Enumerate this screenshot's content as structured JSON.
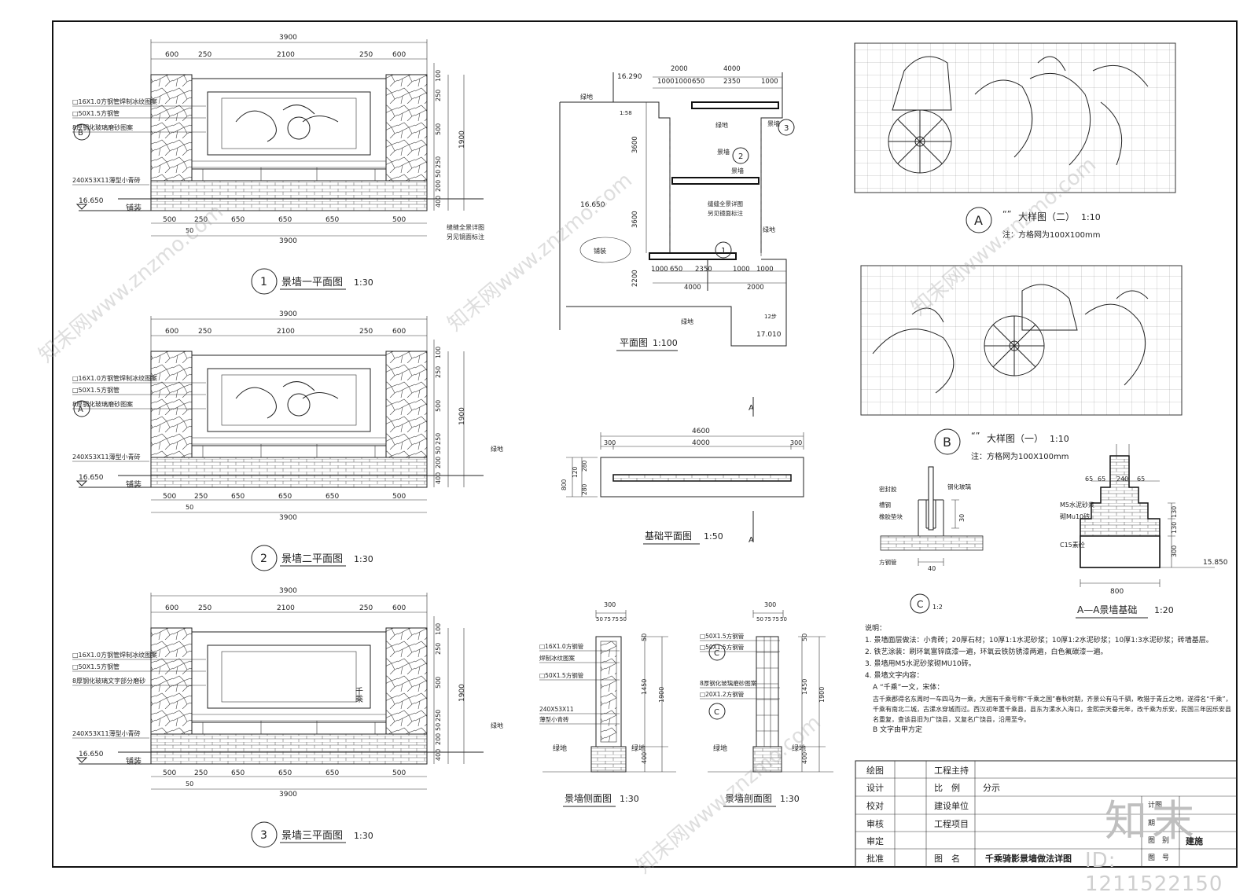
{
  "elevations": [
    {
      "num": "1",
      "title": "景墙一平面图",
      "scale": "1:30",
      "level": "16.650",
      "paving": "铺装",
      "labels": [
        "□16X1.0方钢管焊制冰纹图案",
        "□50X1.5方钢管",
        "8厚钢化玻璃磨砂图案",
        "240X53X11薄型小青砖"
      ],
      "section_mark": "B",
      "right_notes": [
        "缝缝全景详图",
        "另见镜面标注"
      ]
    },
    {
      "num": "2",
      "title": "景墙二平面图",
      "scale": "1:30",
      "level": "16.650",
      "paving": "铺装",
      "labels": [
        "□16X1.0方钢管焊制冰纹图案",
        "□50X1.5方钢管",
        "8厚钢化玻璃磨砂图案",
        "240X53X11薄型小青砖"
      ],
      "section_mark": "A",
      "right_notes": [
        "绿地"
      ]
    },
    {
      "num": "3",
      "title": "景墙三平面图",
      "scale": "1:30",
      "level": "16.650",
      "paving": "铺装",
      "labels": [
        "□16X1.0方钢管焊制冰纹图案",
        "□50X1.5方钢管",
        "8厚钢化玻璃文字部分磨砂",
        "240X53X11薄型小青砖"
      ],
      "section_mark": "",
      "right_notes": [
        "绿地"
      ],
      "vertical_text": "千乘"
    }
  ],
  "dims": {
    "top_total": "3900",
    "top_parts": [
      "600",
      "250",
      "2100",
      "250",
      "600"
    ],
    "bottom_parts": [
      "500",
      "250",
      "650",
      "650",
      "650",
      "500"
    ],
    "bottom_small": "50",
    "right_heights": [
      "100",
      "250",
      "500",
      "250",
      "50",
      "200",
      "400"
    ],
    "right_total": "1900"
  },
  "plan": {
    "title": "平面图",
    "scale": "1:100",
    "levels": [
      "16.290",
      "16.650",
      "17.010"
    ],
    "top_dims": [
      "4000",
      "2000",
      "1000",
      "1000",
      "650",
      "2350",
      "1000"
    ],
    "bottom_dims": [
      "1000",
      "650",
      "2350",
      "1000",
      "1000",
      "4000",
      "2000"
    ],
    "side_dims": [
      "3600",
      "3600",
      "2200"
    ],
    "labels": [
      "绿地",
      "绿地",
      "景墙",
      "景墙",
      "景墙",
      "绿地",
      "绿地",
      "铺装"
    ],
    "small_dim": "1:58",
    "stairs": "12步",
    "detail_note": [
      "缝缝全景详图",
      "另见镜面标注"
    ],
    "callouts": [
      "1",
      "2",
      "3"
    ]
  },
  "foundation_plan": {
    "title": "基础平面图",
    "scale": "1:50",
    "dims_top": [
      "4600",
      "300",
      "4000",
      "300"
    ],
    "dims_side": [
      "800",
      "120",
      "280",
      "280"
    ],
    "section": "A"
  },
  "detail_a": {
    "letter": "A",
    "title": "大样图（二）",
    "scale": "1:10",
    "note": "注：方格网为100X100mm",
    "quote": "“”"
  },
  "detail_b": {
    "letter": "B",
    "title": "大样图（一）",
    "scale": "1:10",
    "note": "注：方格网为100X100mm",
    "quote": "“”"
  },
  "detail_c": {
    "letter": "C",
    "scale": "1:2",
    "labels": [
      "密封胶",
      "钢化玻璃",
      "槽钢",
      "橡胶垫块",
      "方钢管"
    ],
    "dims": [
      "40",
      "30"
    ]
  },
  "foundation_section": {
    "title": "A—A景墙基础",
    "scale": "1:20",
    "dims_top": [
      "65",
      "65",
      "240",
      "65"
    ],
    "dims_side": [
      "130",
      "130",
      "300"
    ],
    "dim_bottom": "800",
    "level": "15.850",
    "labels": [
      "M5水泥砂浆",
      "砌Mu10砖",
      "C15素砼"
    ]
  },
  "side_view": {
    "title": "景墙侧面图",
    "scale": "1:30",
    "dims_top": [
      "300",
      "50",
      "75",
      "75",
      "50"
    ],
    "labels": [
      "□16X1.0方钢管",
      "焊制冰纹图案",
      "□50X1.5方钢管",
      "240X53X11",
      "薄型小青砖"
    ],
    "heights": [
      "50",
      "1450",
      "1900",
      "400"
    ],
    "ground": [
      "绿地",
      "绿地"
    ]
  },
  "section_view": {
    "title": "景墙剖面图",
    "scale": "1:30",
    "dims_top": [
      "300",
      "50",
      "75",
      "75",
      "50"
    ],
    "labels": [
      "□50X1.5方钢管",
      "□50X1.5方钢管",
      "8厚钢化玻璃磨砂图案",
      "□20X1.2方钢管"
    ],
    "heights": [
      "50",
      "1450",
      "1900",
      "400"
    ],
    "ground": [
      "绿地",
      "绿地"
    ],
    "marks": [
      "C",
      "C"
    ]
  },
  "notes": {
    "heading": "说明：",
    "items": [
      "1. 景墙面层做法：小青砖；20厚石材；10厚1:1水泥砂浆；10厚1:2水泥砂浆；10厚1:3水泥砂浆；砖墙基层。",
      "2. 铁艺涂装：刷环氧富锌底漆一遍，环氧云铁防锈漆两遍，白色氟碳漆一遍。",
      "3. 景墙用M5水泥砂浆砌MU10砖。",
      "4. 景墙文字内容：",
      "A  “千乘”一文，宋体：",
      "古千乘郡得名东周时一车四马为一乘，大国有千乘号称“千乘之国”春秋时期，齐景公有马千驷，畋猎于青丘之地，遂得名“千乘”，千乘有南北二城，古漯水穿城而过。西汉初年置千乘县，县东为漯水入海口，金熙宗天眷元年，改千乘为乐安，民国三年因乐安县名重复，查该县旧为广饶县，又复名广饶县，沿用至今。",
      "B  文字由甲方定"
    ]
  },
  "title_block": {
    "rows": [
      {
        "k": "绘图",
        "k2": "工程主持",
        "v": ""
      },
      {
        "k": "设计",
        "k2": "比　例",
        "v": "分示"
      },
      {
        "k": "校对",
        "k2": "建设单位",
        "v": ""
      },
      {
        "k": "审核",
        "k2": "工程项目",
        "v": ""
      },
      {
        "k": "审定",
        "k2": "",
        "v": ""
      },
      {
        "k": "批准",
        "k2": "图　名",
        "v": "千乘骑影景墙做法详图"
      }
    ],
    "extra": [
      "计图",
      "期",
      "图　别",
      "建施",
      "图　号"
    ],
    "brand": "知末",
    "id": "ID: 1211522150"
  },
  "watermark": "知末网www.znzmo.com"
}
